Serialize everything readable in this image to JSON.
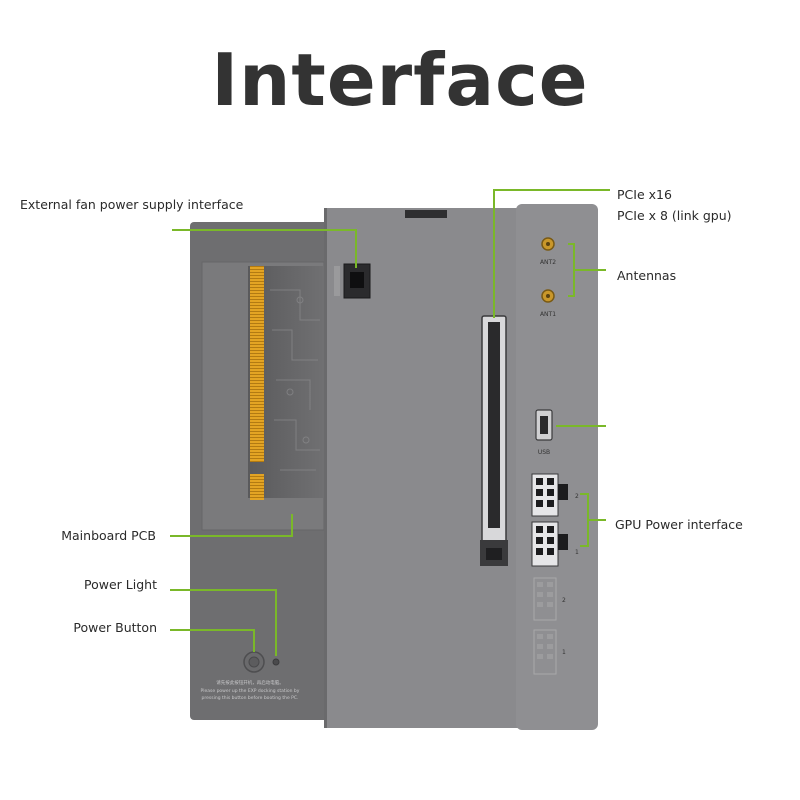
{
  "title": "Interface",
  "callouts": {
    "external_fan": "External fan power supply interface",
    "pcie_x16": "PCIe x16",
    "pcie_x8": "PCIe x 8 (link gpu)",
    "antennas": "Antennas",
    "gpu_power": "GPU Power interface",
    "mainboard_pcb": "Mainboard PCB",
    "power_light": "Power Light",
    "power_button": "Power Button"
  },
  "device_labels": {
    "ant2": "ANT2",
    "ant1": "ANT1",
    "usb": "USB",
    "gpu_port_2": "2",
    "gpu_port_1": "1",
    "lower_port_2": "2",
    "lower_port_1": "1",
    "instructions_cn": "请先按此按钮开机，再启动电脑。",
    "instructions_en_1": "Please power up the EXP docking station by",
    "instructions_en_2": "pressing this button before booting the PC."
  },
  "colors": {
    "accent_line": "#7ab829",
    "chassis_dark": "#6e6e70",
    "chassis_mid": "#88888b",
    "chassis_light": "#8e8e91",
    "gold": "#d99a1e"
  }
}
